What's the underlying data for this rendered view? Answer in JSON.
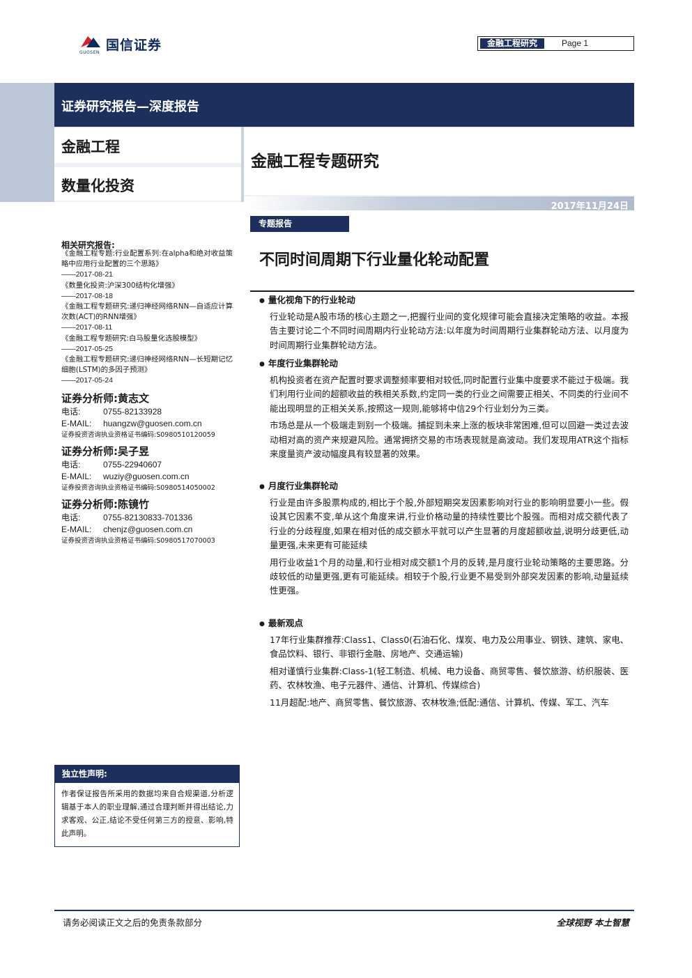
{
  "header": {
    "logo_name": "国信证券",
    "logo_sub": "GUOSEN",
    "section_label": "金融工程研究",
    "page_label": "Page 1"
  },
  "banner": {
    "title": "证券研究报告—深度报告",
    "category1": "金融工程",
    "category2": "数量化投资",
    "special_title": "金融工程专题研究",
    "date": "2017年11月24日"
  },
  "report": {
    "tag": "专题报告",
    "headline": "不同时间周期下行业量化轮动配置"
  },
  "related": {
    "heading": "相关研究报告:",
    "items": [
      {
        "title": "《金融工程专题:行业配置系列:在alpha和绝对收益策略中应用行业配置的三个思路》",
        "date": "——2017-08-21"
      },
      {
        "title": "《数量化投资:沪深300结构化增强》",
        "date": "——2017-08-18"
      },
      {
        "title": "《金融工程专题研究:递归神经网络RNN—自适应计算次数(ACT)的RNN增强》",
        "date": "——2017-08-11"
      },
      {
        "title": "《金融工程专题研究:白马股量化选股模型》",
        "date": "——2017-05-25"
      },
      {
        "title": "《金融工程专题研究:递归神经网络RNN—长短期记忆细胞(LSTM)的多因子预测》",
        "date": "——2017-05-24"
      }
    ]
  },
  "analysts": [
    {
      "name": "证券分析师:黄志文",
      "phone_label": "电话:",
      "phone": "0755-82133928",
      "email_label": "E-MAIL:",
      "email": "huangzw@guosen.com.cn",
      "cert_label": "证券投资咨询执业资格证书编码:",
      "cert": "S0980510120059"
    },
    {
      "name": "证券分析师:吴子昱",
      "phone_label": "电话:",
      "phone": "0755-22940607",
      "email_label": "E-MAIL:",
      "email": "wuziy@guosen.com.cn",
      "cert_label": "证券投资咨询执业资格证书编码:",
      "cert": "S0980514050002"
    },
    {
      "name": "证券分析师:陈镜竹",
      "phone_label": "电话:",
      "phone": "0755-82130833-701336",
      "email_label": "E-MAIL:",
      "email": "chenjz@guosen.com.cn",
      "cert_label": "证券投资咨询执业资格证书编码:",
      "cert": "S0980517070003"
    }
  ],
  "declaration": {
    "heading": "独立性声明:",
    "body": "作者保证报告所采用的数据均来自合规渠道,分析逻辑基于本人的职业理解,通过合理判断并得出结论,力求客观、公正,结论不受任何第三方的授意、影响,特此声明。"
  },
  "sections": [
    {
      "heading": "量化视角下的行业轮动",
      "paragraphs": [
        "行业轮动是A股市场的核心主题之一,把握行业间的变化规律可能会直接决定策略的收益。本报告主要讨论二个不同时间周期内行业轮动方法:以年度为时间周期行业集群轮动方法、以月度为时间周期行业集群轮动方法。"
      ]
    },
    {
      "heading": "年度行业集群轮动",
      "paragraphs": [
        "机构投资者在资产配置时要求调整频率要相对较低,同时配置行业集中度要求不能过于极端。我们利用行业间的超额收益的秩相关系数,约定同一类的行业之间需要正相关、不同类的行业间不能出现明显的正相关关系,按照这一规则,能够将中信29个行业划分为三类。",
        "市场总是从一个极端走到别一个极端。捕捉到未来上涨的板块非常困难,但可以回避一类过去波动相对高的资产来规避风险。通常拥挤交易的市场表现就是高波动。我们发现用ATR这个指标来度量资产波动幅度具有较显著的效果。"
      ]
    },
    {
      "heading": "月度行业集群轮动",
      "paragraphs": [
        "行业是由许多股票构成的,相比于个股,外部短期突发因素影响对行业的影响明显要小一些。假设其它因素不变,单从这个角度来讲,行业价格动量的持续性要比个股强。而相对成交额代表了行业的分歧程度,如果在相对低的成交额水平就可以产生显著的月度超额收益,说明分歧更低,动量更强,未来更有可能延续",
        "用行业收益1个月的动量,和行业相对成交额1个月的反转,是月度行业轮动策略的主要思路。分歧较低的动量更强,更有可能延续。相较于个股,行业更不易受到外部突发因素的影响,动量延续性更强。"
      ]
    },
    {
      "heading": "最新观点",
      "paragraphs": [
        "17年行业集群推荐:Class1、Class0(石油石化、煤炭、电力及公用事业、钢铁、建筑、家电、食品饮料、银行、非银行金融、房地产、交通运输)",
        "相对谨慎行业集群:Class-1(轻工制造、机械、电力设备、商贸零售、餐饮旅游、纺织服装、医药、农林牧渔、电子元器件、通信、计算机、传媒综合)",
        "11月超配:地产、商贸零售、餐饮旅游、农林牧渔;低配:通信、计算机、传媒、军工、汽车"
      ]
    }
  ],
  "footer": {
    "disclaimer": "请务必阅读正文之后的免责条款部分",
    "slogan": "全球视野  本土智慧"
  },
  "colors": {
    "navy": "#1d2f5c",
    "light_blue": "#bcc8d8",
    "logo_red": "#d2232a"
  }
}
